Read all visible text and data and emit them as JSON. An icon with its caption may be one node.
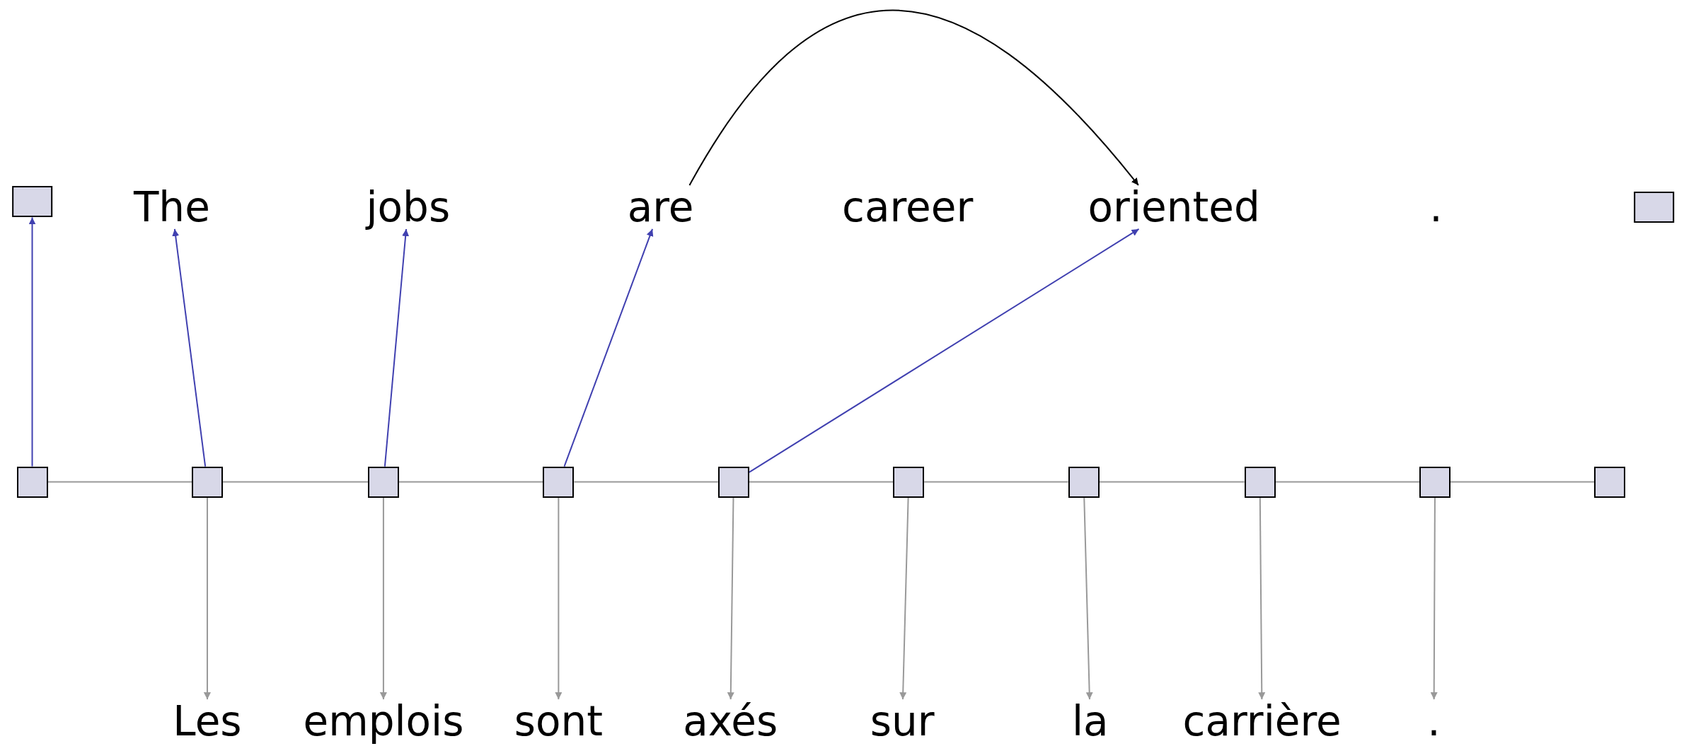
{
  "diagram": {
    "nodes": [
      {
        "text": [],
        "shape": "box"
      },
      {
        "text": [
          "The"
        ]
      },
      {
        "text": [
          "jobs"
        ]
      },
      {
        "text": [
          "are"
        ]
      },
      {
        "text": [
          "career"
        ]
      },
      {
        "text": [
          "oriented"
        ]
      },
      {
        "text": [
          "."
        ]
      },
      {
        "text": [],
        "shape": "box"
      },
      {
        "text": [],
        "shape": "box"
      },
      {
        "text": [],
        "shape": "box"
      },
      {
        "text": [],
        "shape": "box"
      },
      {
        "text": [],
        "shape": "box"
      },
      {
        "text": [],
        "shape": "box"
      },
      {
        "text": [],
        "shape": "box"
      },
      {
        "text": [],
        "shape": "box"
      },
      {
        "text": [],
        "shape": "box"
      },
      {
        "text": [],
        "shape": "box"
      },
      {
        "text": [],
        "shape": "box"
      },
      {
        "text": [
          "Les"
        ]
      },
      {
        "text": [
          "emplois"
        ]
      },
      {
        "text": [
          "sont"
        ]
      },
      {
        "text": [
          "axés"
        ]
      },
      {
        "text": [
          "sur"
        ]
      },
      {
        "text": [
          "la"
        ]
      },
      {
        "text": [
          "carrière"
        ]
      },
      {
        "text": [
          "."
        ]
      }
    ],
    "edges": [
      {
        "from": 3,
        "to": 5,
        "arrow": "to",
        "color": "#000000"
      },
      {
        "from": 8,
        "to": 0,
        "arrow": "to",
        "color": "#4040b0"
      },
      {
        "from": 9,
        "to": 1,
        "arrow": "to",
        "color": "#4040b0"
      },
      {
        "from": 10,
        "to": 2,
        "arrow": "to",
        "color": "#4040b0"
      },
      {
        "from": 11,
        "to": 3,
        "arrow": "to",
        "color": "#4040b0"
      },
      {
        "from": 12,
        "to": 5,
        "arrow": "to",
        "color": "#4040b0"
      },
      {
        "from": 8,
        "to": 9,
        "arrow": "none"
      },
      {
        "from": 9,
        "to": 10,
        "arrow": "none"
      },
      {
        "from": 10,
        "to": 11,
        "arrow": "none"
      },
      {
        "from": 11,
        "to": 12,
        "arrow": "none"
      },
      {
        "from": 12,
        "to": 13,
        "arrow": "none"
      },
      {
        "from": 13,
        "to": 14,
        "arrow": "none"
      },
      {
        "from": 14,
        "to": 15,
        "arrow": "none"
      },
      {
        "from": 15,
        "to": 16,
        "arrow": "none"
      },
      {
        "from": 16,
        "to": 17,
        "arrow": "none"
      },
      {
        "from": 9,
        "to": 18,
        "arrow": "to"
      },
      {
        "from": 10,
        "to": 19,
        "arrow": "to"
      },
      {
        "from": 11,
        "to": 20,
        "arrow": "to"
      },
      {
        "from": 12,
        "to": 21,
        "arrow": "to"
      },
      {
        "from": 13,
        "to": 22,
        "arrow": "to"
      },
      {
        "from": 14,
        "to": 23,
        "arrow": "to"
      },
      {
        "from": 15,
        "to": 24,
        "arrow": "to"
      },
      {
        "from": 16,
        "to": 25,
        "arrow": "to"
      }
    ]
  }
}
